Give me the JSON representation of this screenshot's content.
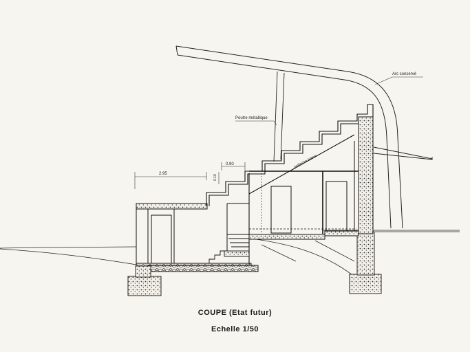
{
  "drawing": {
    "title": "COUPE (Etat futur)",
    "scale": "Echelle 1/50"
  },
  "annotations": {
    "arc": "Arc  conservé",
    "beam": "Poutre métallique",
    "dim_left": "2.95",
    "dim_step": "0.90",
    "dim_vertical": "0.10",
    "stair_label": "paillasse béton"
  },
  "colors": {
    "paper": "#f7f5ef",
    "ink": "#1a1a1a"
  }
}
